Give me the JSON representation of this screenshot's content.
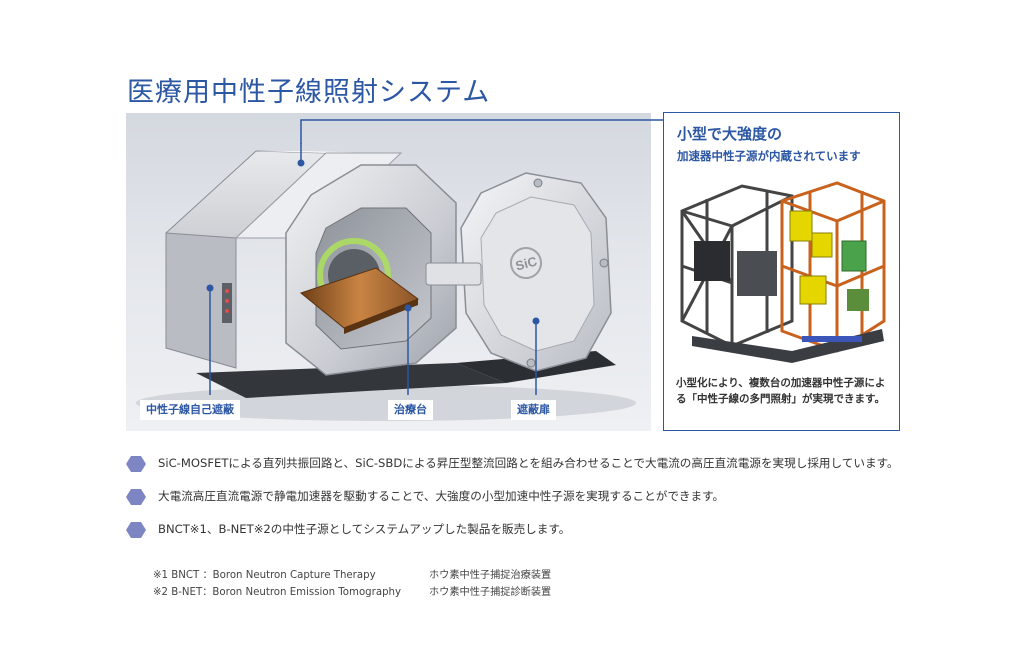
{
  "page": {
    "title": "医療用中性子線照射システム"
  },
  "scene": {
    "callouts": [
      {
        "label": "中性子線自己遮蔽"
      },
      {
        "label": "治療台"
      },
      {
        "label": "遮蔽扉"
      }
    ],
    "door_logo": "SiC"
  },
  "inset": {
    "heading_line1": "小型で大強度の",
    "heading_line2": "加速器中性子源が内蔵されています",
    "caption": "小型化により、複数台の加速器中性子源による「中性子線の多門照射」が実現できます。"
  },
  "bullets": [
    {
      "text": "SiC-MOSFETによる直列共振回路と、SiC-SBDによる昇圧型整流回路とを組み合わせることで大電流の高圧直流電源を実現し採用しています。"
    },
    {
      "text": "大電流高圧直流電源で静電加速器を駆動することで、大強度の小型加速中性子源を実現することができます。"
    },
    {
      "text": "BNCT※1、B-NET※2の中性子源としてシステムアップした製品を販売します。"
    }
  ],
  "notes": [
    {
      "left": "※1 BNCT ：Boron Neutron Capture Therapy",
      "right": "ホウ素中性子捕捉治療装置"
    },
    {
      "left": "※2 B-NET：Boron Neutron Emission Tomography",
      "right": "ホウ素中性子捕捉診断装置"
    }
  ],
  "colors": {
    "accent": "#2c57a3",
    "bullet_hex": "#7d86c2",
    "frame_orange": "#d2691e",
    "component_yellow": "#e6d600"
  }
}
